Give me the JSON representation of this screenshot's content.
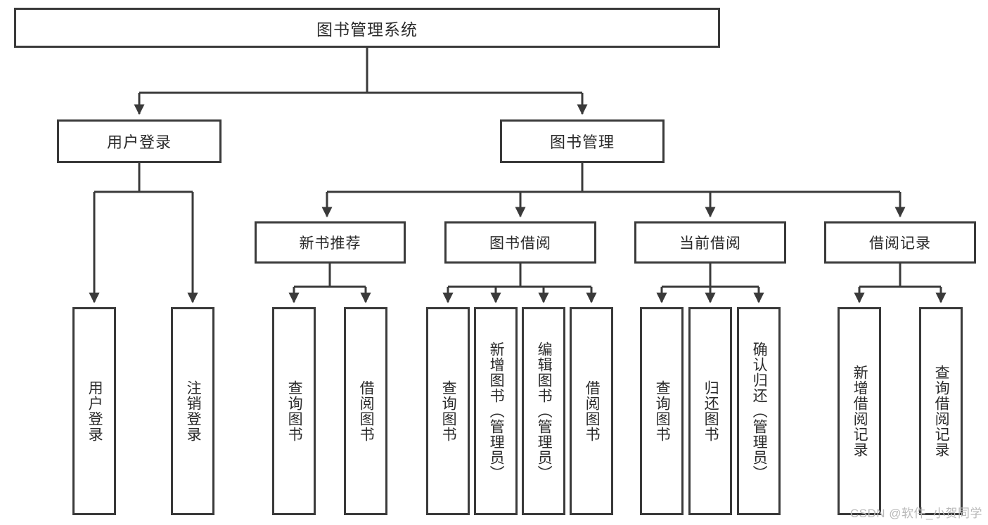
{
  "diagram": {
    "title": "图书管理系统",
    "type": "tree-hierarchy-chart",
    "watermark": "CSDN @软件_小贺同学",
    "colors": {
      "box_border": "#3a3a3a",
      "box_fill": "#ffffff",
      "connector": "#3a3a3a",
      "text": "#2a2a2a",
      "watermark": "#b9b9b9",
      "background": "#ffffff"
    },
    "root": {
      "label": "图书管理系统"
    },
    "level1": [
      {
        "label": "用户登录"
      },
      {
        "label": "图书管理"
      }
    ],
    "level2": [
      {
        "label": "新书推荐"
      },
      {
        "label": "图书借阅"
      },
      {
        "label": "当前借阅"
      },
      {
        "label": "借阅记录"
      }
    ],
    "leaves": {
      "user_login": [
        {
          "label": "用户登录"
        },
        {
          "label": "注销登录"
        }
      ],
      "new_book_recommend": [
        {
          "label": "查询图书"
        },
        {
          "label": "借阅图书"
        }
      ],
      "book_borrow": [
        {
          "label": "查询图书"
        },
        {
          "label": "新增图书（管理员）"
        },
        {
          "label": "编辑图书（管理员）"
        },
        {
          "label": "借阅图书"
        }
      ],
      "current_borrow": [
        {
          "label": "查询图书"
        },
        {
          "label": "归还图书"
        },
        {
          "label": "确认归还（管理员）"
        }
      ],
      "borrow_record": [
        {
          "label": "新增借阅记录"
        },
        {
          "label": "查询借阅记录"
        }
      ]
    }
  }
}
